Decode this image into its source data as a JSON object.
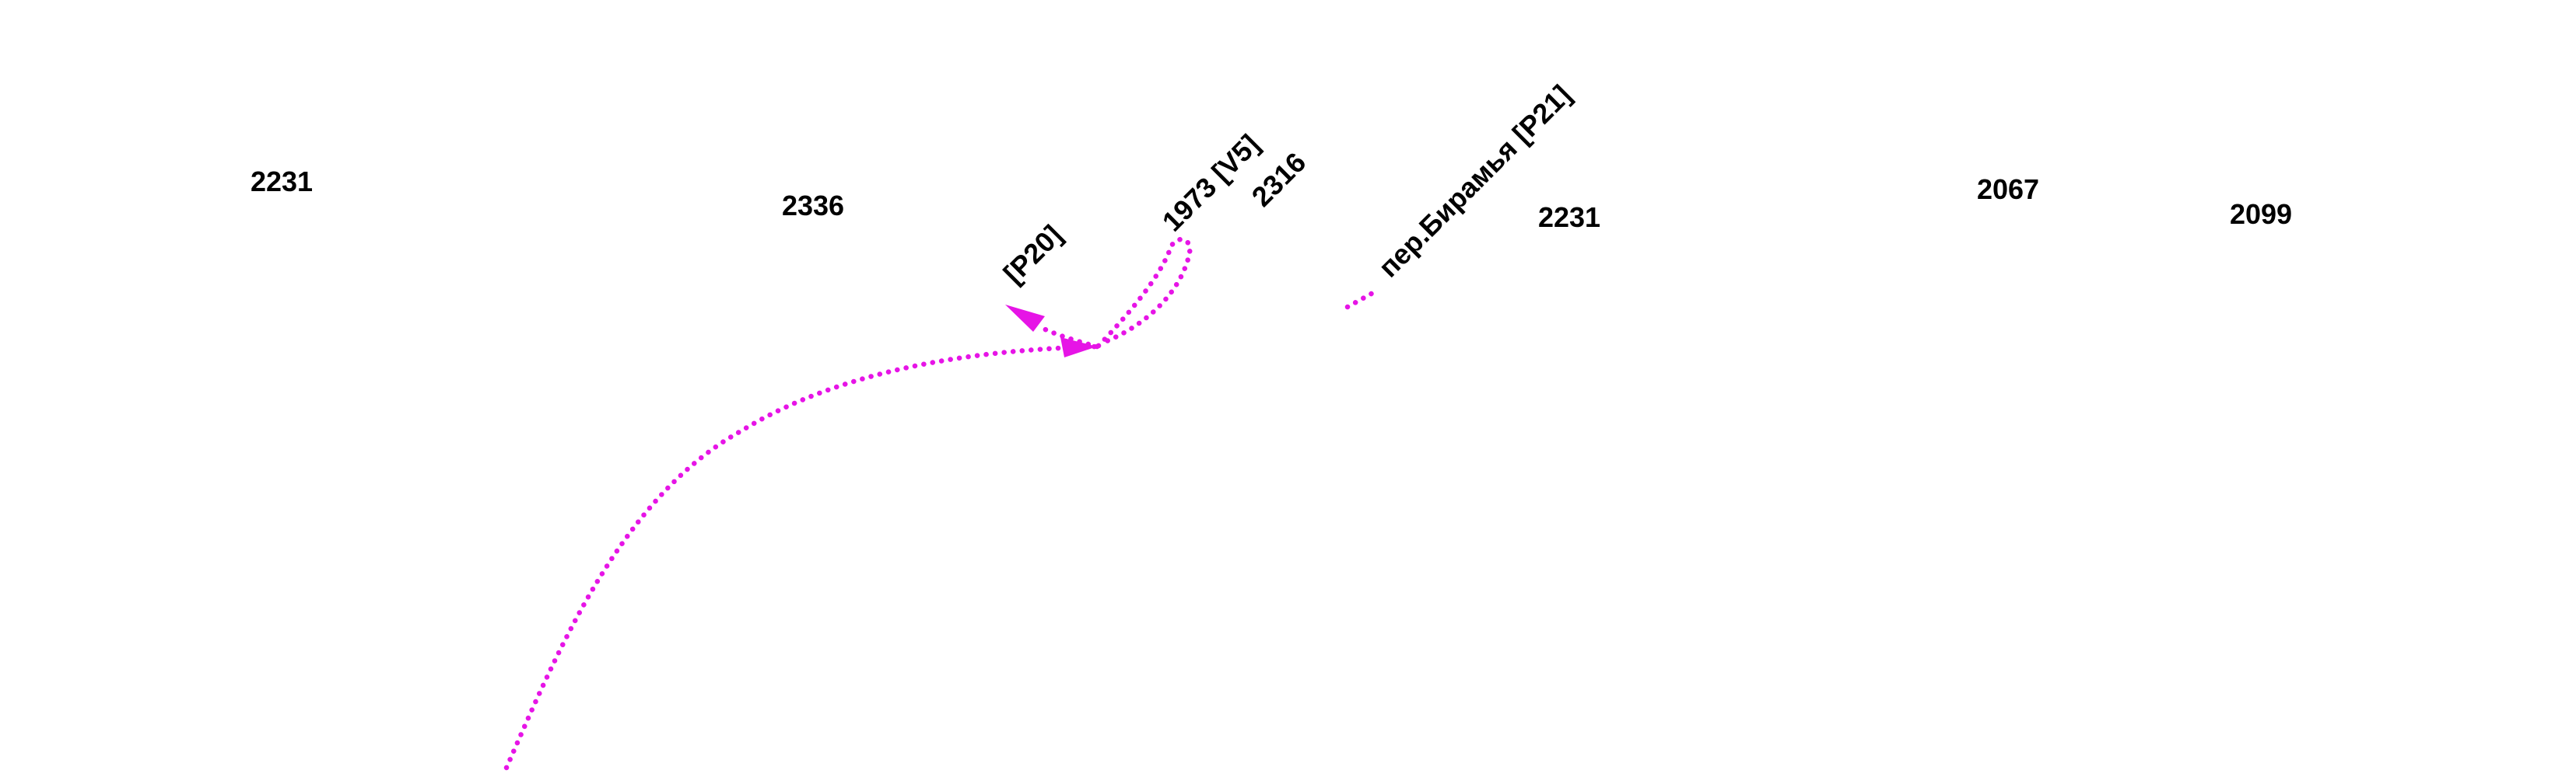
{
  "map": {
    "route_color": "#e614e6",
    "label_color": "#000000",
    "elevation_labels": {
      "e1": "2231",
      "e2": "2336",
      "e3": "2316",
      "e4": "2231",
      "e5": "2067",
      "e6": "2099"
    },
    "waypoint_labels": {
      "p20": "[P20]",
      "v5": "1973 [V5]",
      "p21": "пер.Бирамья [P21]"
    },
    "features": {
      "main_track": "dotted route",
      "branch_track": "dotted route",
      "loop_track": "dotted route",
      "pass_track": "dotted route",
      "arrow_to_p20": "direction arrow",
      "arrow_on_main": "direction arrow"
    }
  }
}
